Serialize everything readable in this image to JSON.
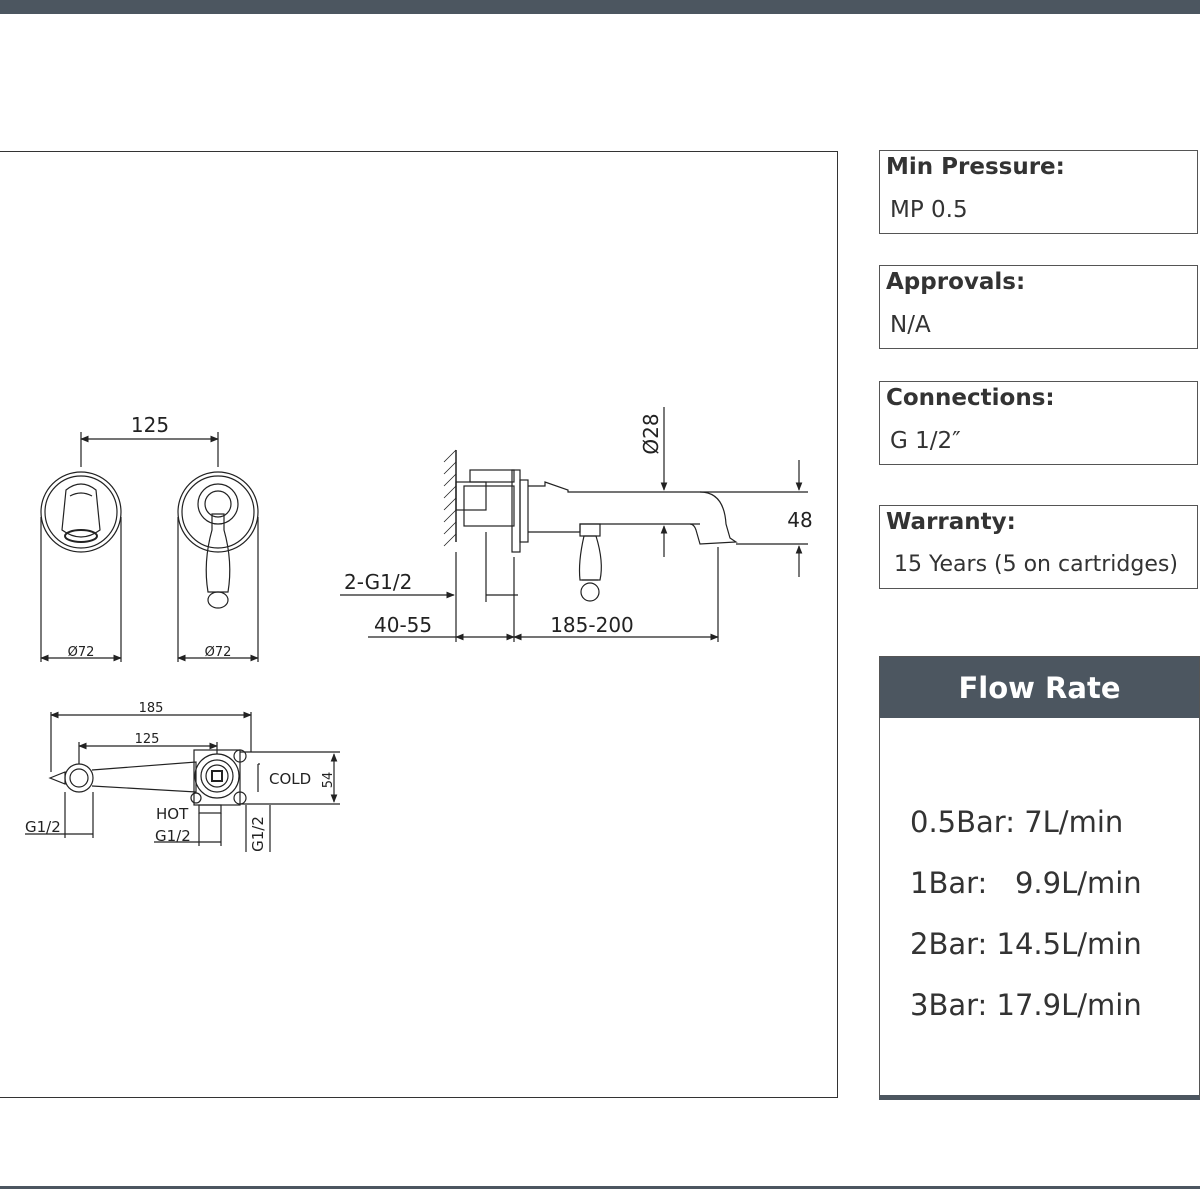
{
  "specs": [
    {
      "label": "Min Pressure:",
      "value": "MP 0.5"
    },
    {
      "label": "Approvals:",
      "value": "N/A"
    },
    {
      "label": "Connections:",
      "value": "G 1/2″"
    },
    {
      "label": "Warranty:",
      "value": "15 Years (5 on cartridges)"
    }
  ],
  "flow": {
    "title": "Flow Rate",
    "rates": [
      "0.5Bar: 7L/min",
      "1Bar:   9.9L/min",
      "2Bar: 14.5L/min",
      "3Bar: 17.9L/min"
    ]
  },
  "drawing": {
    "front_width": "125",
    "spout_dia": "Ø72",
    "lever_dia": "Ø72",
    "connection": "2-G1/2",
    "wall_depth": "40-55",
    "projection": "185-200",
    "spout_pipe": "Ø28",
    "spout_height": "48",
    "body_length": "185",
    "inlet_spacing": "125",
    "cold": "COLD",
    "body_height": "54",
    "hot": "HOT",
    "inlet_hot": "G1/2",
    "inlet_cold": "G1/2",
    "inlet_vertical": "G1/2"
  }
}
